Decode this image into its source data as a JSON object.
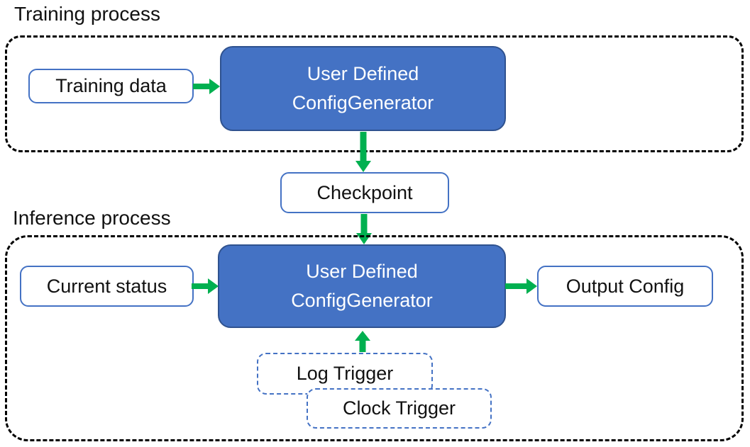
{
  "colors": {
    "box_fill_blue": "#4472C4",
    "box_border_dark_blue": "#2F528F",
    "white_box_border_blue": "#4472C4",
    "arrow_green": "#00B050",
    "container_dash": "#000000",
    "text_dark": "#111111",
    "text_white": "#FFFFFF",
    "bg": "#FFFFFF"
  },
  "training": {
    "label": "Training process",
    "training_data": "Training data",
    "generator_line1": "User Defined",
    "generator_line2": "ConfigGenerator"
  },
  "checkpoint": {
    "label": "Checkpoint"
  },
  "inference": {
    "label": "Inference process",
    "current_status": "Current status",
    "generator_line1": "User Defined",
    "generator_line2": "ConfigGenerator",
    "output_config": "Output Config",
    "log_trigger": "Log Trigger",
    "clock_trigger": "Clock Trigger"
  }
}
